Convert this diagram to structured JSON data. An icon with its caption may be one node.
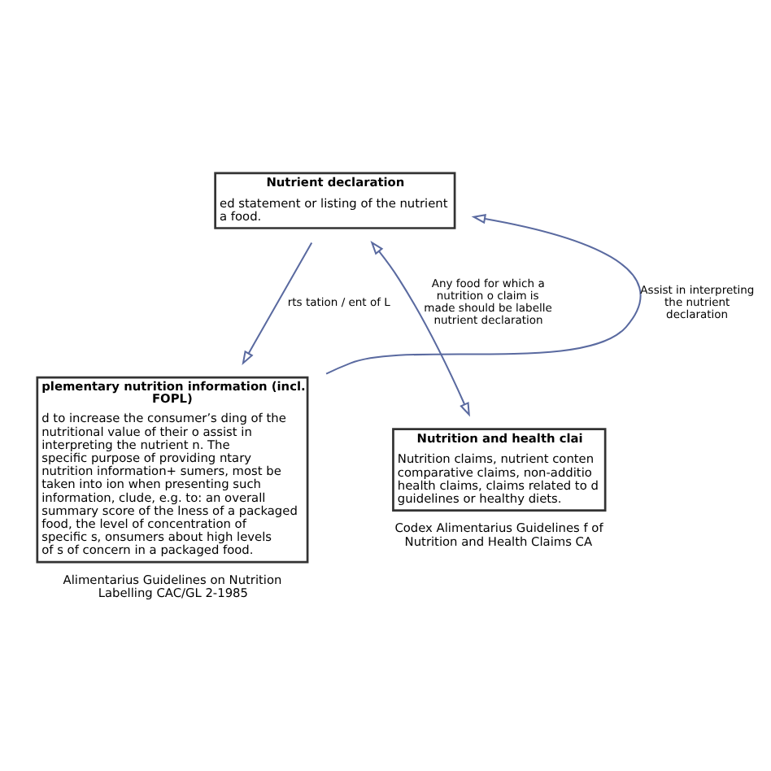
{
  "diagram": {
    "nodes": [
      {
        "text": [
          "Nutrient declaration",
          "ed statement or listing of the nutrient a food."
        ]
      },
      {
        "text": [
          "plementary nutrition information (incl. FOPL)",
          "d to increase the consumer’s ding of the nutritional value of their o assist in interpreting the nutrient n. The specific purpose of providing ntary nutrition information+ sumers, most be taken into ion when presenting such information, clude, e.g. to: an overall summary score of the lness of a packaged food, the level of concentration of specific s, onsumers about high levels of s of concern in a packaged food."
        ],
        "beside": [
          "Alimentarius Guidelines on Nutrition Labelling CAC/GL 2-1985"
        ]
      },
      {
        "text": [
          "Nutrition and health clai",
          "Nutrition claims, nutrient conten comparative claims, non-additio health claims, claims related to d guidelines or healthy diets."
        ],
        "beside": [
          "Codex Alimentarius Guidelines f of Nutrition and Health Claims CA"
        ]
      }
    ],
    "edges": [
      {
        "from": 0,
        "to": 1,
        "arrow": "to",
        "label": "rts tation / ent of L"
      },
      {
        "from": 1,
        "to": 0,
        "arrow": "to",
        "label": "Assist in interpreting the nutrient declaration"
      },
      {
        "from": 0,
        "to": 2,
        "arrow": "both",
        "label": "Any food for which a nutrition o claim is made should be labelle nutrient declaration"
      }
    ]
  }
}
